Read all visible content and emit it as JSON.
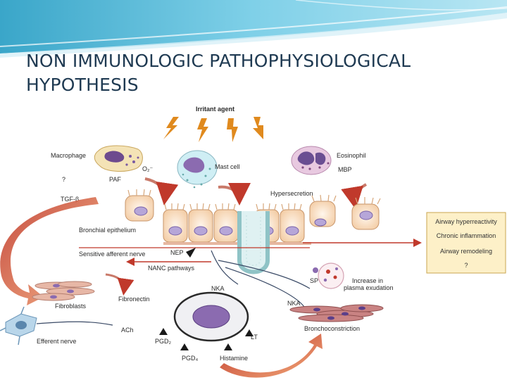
{
  "slide": {
    "title_line1": "NON IMMUNOLOGIC PATHOPHYSIOLOGICAL",
    "title_line2": "HYPOTHESIS"
  },
  "diagram": {
    "irritant_agent": "Irritant agent",
    "macrophage": "Macrophage",
    "o2": "O₂⁻",
    "mast_cell": "Mast cell",
    "eosinophil": "Eosinophil",
    "mbp": "MBP",
    "question1": "?",
    "paf": "PAF",
    "tgf": "TGF-β",
    "hypersecretion": "Hypersecretion",
    "bronchial_epithelium": "Bronchial epithelium",
    "sensitive_afferent_nerve": "Sensitive afferent nerve",
    "nep": "NEP",
    "nanc": "NANC pathways",
    "nka1": "NKA",
    "sp": "SP",
    "increase_in": "Increase in",
    "plasma_exudation": "plasma exudation",
    "fibroblasts": "Fibroblasts",
    "fibronectin": "Fibronectin",
    "nka2": "NKA",
    "bronchoconstriction": "Bronchoconstriction",
    "ach": "ACh",
    "efferent_nerve": "Efferent nerve",
    "pgd2": "PGD₂",
    "pgd4": "PGD₄",
    "histamine": "Histamine",
    "lt": "LT",
    "outcomes": [
      "Airway hyperreactivity",
      "Chronic inflammation",
      "Airway remodeling",
      "?"
    ]
  },
  "colors": {
    "title": "#1f3a52",
    "outcome_box": "#fdf0c8",
    "arrow_red": "#c0392b",
    "bolt": "#e08a1e"
  }
}
